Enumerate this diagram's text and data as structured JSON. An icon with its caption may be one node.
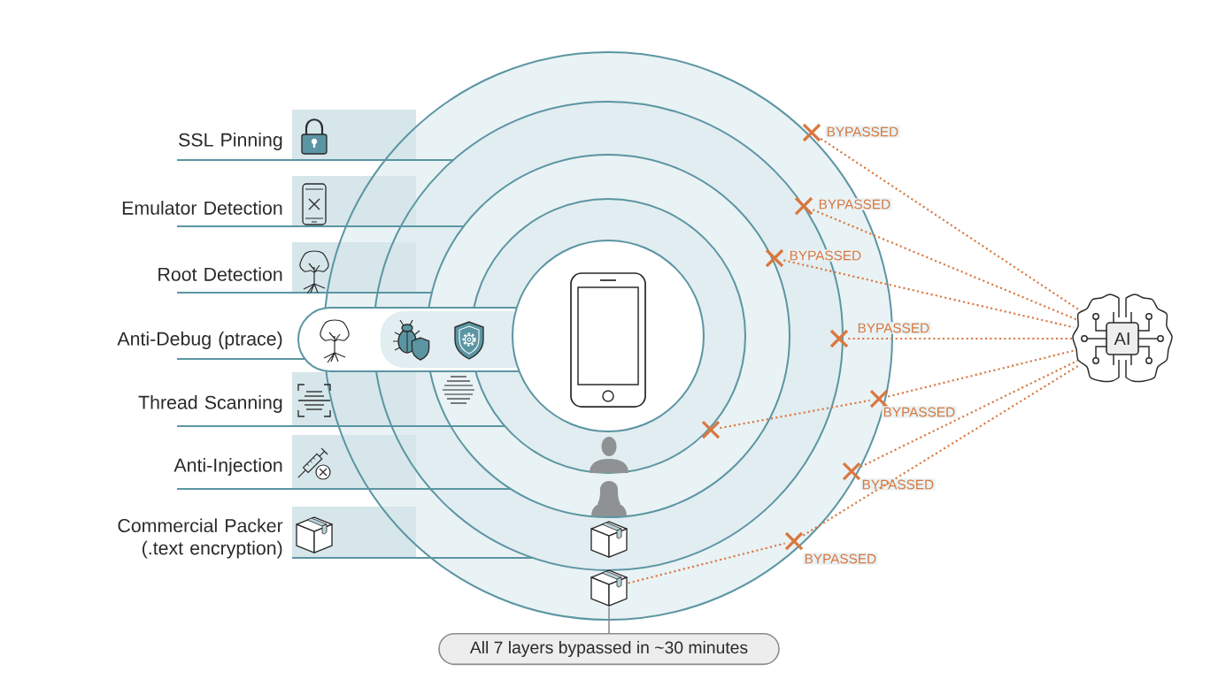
{
  "diagram": {
    "nodes": [
      {
        "text": [
          "SSL Pinning"
        ]
      },
      {
        "text": [
          "Emulator Detection"
        ]
      },
      {
        "text": [
          "Root Detection"
        ]
      },
      {
        "text": [
          "Anti-Debug (ptrace)"
        ]
      },
      {
        "text": [
          "Thread Scanning"
        ]
      },
      {
        "text": [
          "Anti-Injection"
        ]
      },
      {
        "text": [
          "Commercial Packer (.text encryption)"
        ]
      },
      {
        "text": [],
        "shape": "cross",
        "beside": [
          "BYPASSED"
        ]
      },
      {
        "text": [],
        "shape": "cross",
        "beside": [
          "BYPASSED"
        ]
      },
      {
        "text": [],
        "shape": "cross",
        "beside": [
          "BYPASSED"
        ]
      },
      {
        "text": [],
        "shape": "cross",
        "beside": [
          "BYPASSED"
        ]
      },
      {
        "text": [],
        "shape": "cross",
        "beside": [
          "BYPASSED"
        ]
      },
      {
        "text": [],
        "shape": "cross"
      },
      {
        "text": [],
        "shape": "cross",
        "beside": [
          "BYPASSED"
        ]
      },
      {
        "text": [],
        "shape": "cross",
        "beside": [
          "BYPASSED"
        ]
      },
      {
        "text": [],
        "shape": "picture"
      },
      {
        "text": [
          "AI"
        ]
      },
      {
        "text": [
          "All 7 layers bypassed in ~30 minutes"
        ]
      }
    ],
    "edges": [
      {
        "from": 7,
        "to": 16,
        "arrow": "none",
        "style": "dashed"
      },
      {
        "from": 8,
        "to": 16,
        "arrow": "none",
        "style": "dashed"
      },
      {
        "from": 9,
        "to": 16,
        "arrow": "none",
        "style": "dashed"
      },
      {
        "from": 10,
        "to": 16,
        "arrow": "none",
        "style": "dashed"
      },
      {
        "from": 12,
        "to": 11,
        "arrow": "none",
        "style": "dashed"
      },
      {
        "from": 11,
        "to": 16,
        "arrow": "none",
        "style": "dashed"
      },
      {
        "from": 13,
        "to": 16,
        "arrow": "none",
        "style": "dashed"
      },
      {
        "from": 15,
        "to": 14,
        "arrow": "none",
        "style": "dashed"
      },
      {
        "from": 14,
        "to": 16,
        "arrow": "none",
        "style": "dashed"
      },
      {
        "from": 15,
        "to": 17,
        "arrow": "none"
      }
    ]
  }
}
